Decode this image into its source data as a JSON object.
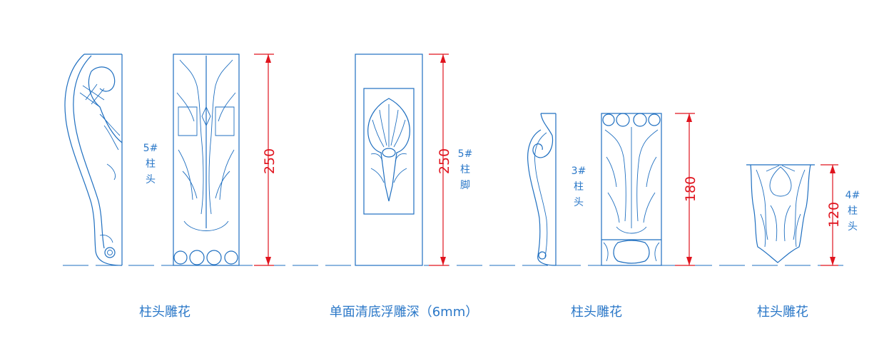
{
  "captions": {
    "c1": "柱头雕花",
    "c2": "单面清底浮雕深（6mm）",
    "c3": "柱头雕花",
    "c4": "柱头雕花"
  },
  "labels": {
    "l1": [
      "5#",
      "柱",
      "头"
    ],
    "l2": [
      "5#",
      "柱",
      "脚"
    ],
    "l3": [
      "3#",
      "柱",
      "头"
    ],
    "l4": [
      "4#",
      "柱",
      "头"
    ]
  },
  "dimensions": {
    "d1": "250",
    "d2": "250",
    "d3": "180",
    "d4": "120"
  },
  "colors": {
    "line": "#1f6fc0",
    "dimension": "#e0141e",
    "text": "#2b78c8"
  }
}
